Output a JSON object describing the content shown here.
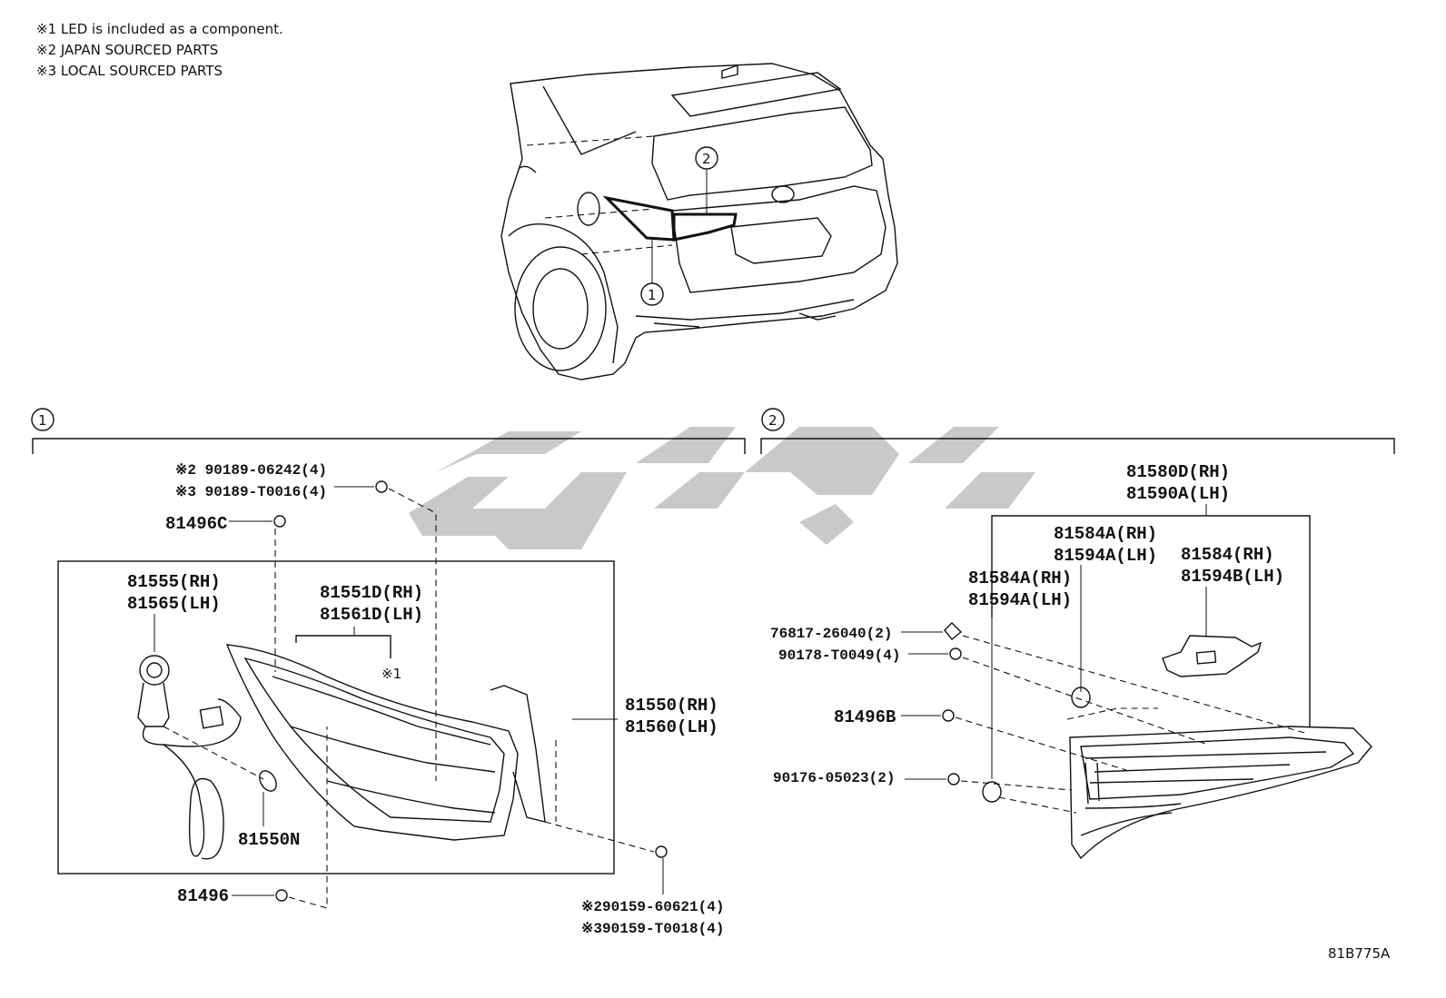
{
  "notes": [
    "※1 LED is included as a component.",
    "※2 JAPAN SOURCED PARTS",
    "※3 LOCAL SOURCED PARTS"
  ],
  "overview": {
    "callout_1": "1",
    "callout_2": "2"
  },
  "group1": {
    "callout": "1",
    "parts": {
      "nut_jp": "※2 90189-06242(4)",
      "nut_local": "※3 90189-T0016(4)",
      "p81496c": "81496C",
      "socket_rh": "81555(RH)",
      "socket_lh": "81565(LH)",
      "lens_rh": "81551D(RH)",
      "lens_lh": "81561D(LH)",
      "led_note": "※1",
      "lamp_rh": "81550(RH)",
      "lamp_lh": "81560(LH)",
      "bulb": "81550N",
      "p81496": "81496",
      "screw_jp": "※290159-60621(4)",
      "screw_local": "※390159-T0018(4)"
    }
  },
  "group2": {
    "callout": "2",
    "parts": {
      "assy_rh": "81580D(RH)",
      "assy_lh": "81590A(LH)",
      "gasket_a_rh": "81584A(RH)",
      "gasket_a_lh": "81594A(LH)",
      "gasket_rh": "81584(RH)",
      "gasket_b_lh": "81594B(LH)",
      "gasket_a2_rh": "81584A(RH)",
      "gasket_a2_lh": "81594A(LH)",
      "clip": "76817-26040(2)",
      "nut": "90178-T0049(4)",
      "p81496b": "81496B",
      "screw": "90176-05023(2)"
    }
  },
  "diagram_code": "81B775A"
}
